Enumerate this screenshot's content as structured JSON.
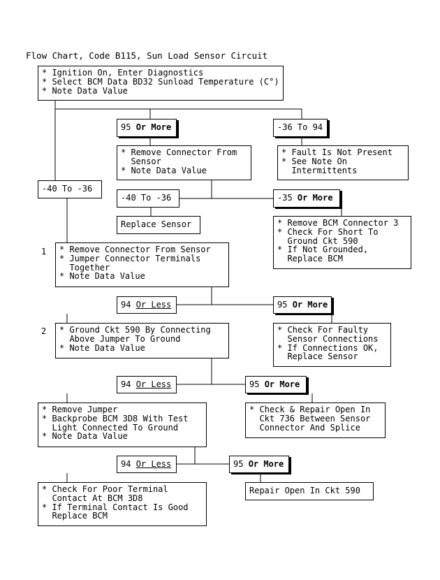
{
  "title": "Flow Chart, Code B115, Sun Load Sensor Circuit",
  "start": {
    "items": [
      "* Ignition On, Enter Diagnostics",
      "* Select BCM Data BD32 Sunload Temperature (C°)",
      "* Note Data Value"
    ]
  },
  "r1": {
    "a": {
      "pre": "95 ",
      "em": "Or More"
    },
    "b": {
      "pre": "-36 To 94"
    },
    "c": {
      "pre": "-40 To -36"
    }
  },
  "remove_sensor": {
    "items": [
      "* Remove Connector From",
      "  Sensor",
      "* Note Data Value"
    ]
  },
  "fault_not_present": {
    "items": [
      "* Fault Is Not Present",
      "* See Note On",
      "  Intermittents"
    ]
  },
  "r2": {
    "a": {
      "pre": "-40 To -36"
    },
    "b": {
      "pre": "-35 ",
      "em": "Or More"
    }
  },
  "replace_sensor": {
    "text": "Replace Sensor"
  },
  "remove_bcm": {
    "items": [
      "* Remove BCM Connector 3",
      "* Check For Short To",
      "  Ground Ckt 590",
      "* If Not Grounded,",
      "  Replace BCM"
    ]
  },
  "step1": {
    "num": "1",
    "items": [
      "* Remove Connector From Sensor",
      "* Jumper Connector Terminals",
      "  Together",
      "* Note Data Value"
    ]
  },
  "r3": {
    "a": {
      "pre": "94 ",
      "ul": "Or Less"
    },
    "b": {
      "pre": "95 ",
      "em": "Or More"
    }
  },
  "step2": {
    "num": "2",
    "items": [
      "* Ground Ckt 590 By Connecting",
      "  Above Jumper To Ground",
      "* Note Data Value"
    ]
  },
  "faulty_conn": {
    "items": [
      "* Check For Faulty",
      "  Sensor Connections",
      "* If Connections OK,",
      "  Replace Sensor"
    ]
  },
  "r4": {
    "a": {
      "pre": "94 ",
      "ul": "Or Less"
    },
    "b": {
      "pre": "95 ",
      "em": "Or More"
    }
  },
  "remove_jumper": {
    "items": [
      "* Remove Jumper",
      "* Backprobe BCM 3D8 With Test",
      "  Light Connected To Ground",
      "* Note Data Value"
    ]
  },
  "repair_open_736": {
    "items": [
      "* Check & Repair Open In",
      "  Ckt 736 Between Sensor",
      "  Connector And Splice"
    ]
  },
  "r5": {
    "a": {
      "pre": "94 ",
      "ul": "Or Less"
    },
    "b": {
      "pre": "95 ",
      "em": "Or More"
    }
  },
  "poor_terminal": {
    "items": [
      "* Check For Poor Terminal",
      "  Contact At BCM 3D8",
      "* If Terminal Contact Is Good",
      "  Replace BCM"
    ]
  },
  "repair_open_590": {
    "text": "Repair Open In Ckt 590"
  }
}
